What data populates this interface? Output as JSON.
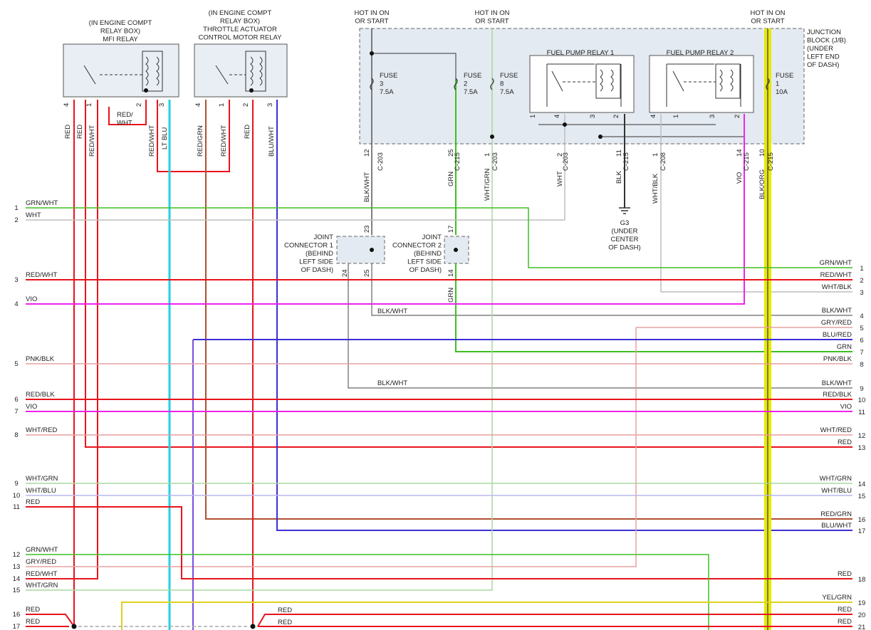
{
  "colors": {
    "RED": "#e8141c",
    "GRN": "#3fbf20",
    "WHT": "#bdbdbd",
    "VIO": "#ee22ee",
    "BLU": "#3b2fd6",
    "LTBLU": "#22d0e0",
    "YEL": "#e8e800",
    "PINK": "#e8a0a0",
    "GRAY": "#808080",
    "PALEGRN": "#a8d8a0",
    "PALEBLU": "#b8b8ee",
    "BROWN": "#b05030",
    "YELGRN": "#dcd21e"
  },
  "boxes": {
    "mfi_relay": "(IN ENGINE COMPT\nRELAY BOX)\nMFI RELAY",
    "throttle_relay": "(IN ENGINE COMPT\nRELAY BOX)\nTHROTTLE ACTUATOR\nCONTROL MOTOR RELAY",
    "junction_block": "JUNCTION\nBLOCK (J/B)\n(UNDER\nLEFT END\nOF DASH)",
    "fuel_pump_relay_1": "FUEL PUMP RELAY 1",
    "fuel_pump_relay_2": "FUEL PUMP RELAY 2",
    "joint_connector_1": "JOINT\nCONNECTOR 1\n(BEHIND\nLEFT SIDE\nOF DASH)",
    "joint_connector_2": "JOINT\nCONNECTOR 2\n(BEHIND\nLEFT SIDE\nOF DASH)",
    "ground": "G3\n(UNDER\nCENTER\nOF DASH)",
    "hot_1": "HOT IN ON\nOR START",
    "hot_2": "HOT IN ON\nOR START",
    "hot_3": "HOT IN ON\nOR START"
  },
  "fuses": [
    {
      "name": "FUSE",
      "num": "3",
      "amp": "7.5A"
    },
    {
      "name": "FUSE",
      "num": "2",
      "amp": "7.5A"
    },
    {
      "name": "FUSE",
      "num": "8",
      "amp": "7.5A"
    },
    {
      "name": "FUSE",
      "num": "1",
      "amp": "10A"
    }
  ],
  "relay_pins": {
    "mfi": [
      "4",
      "1",
      "2",
      "3"
    ],
    "throttle": [
      "4",
      "1",
      "2",
      "3"
    ],
    "fpr1": [
      "1",
      "4",
      "3",
      "2"
    ],
    "fpr2": [
      "4",
      "1",
      "3",
      "2"
    ]
  },
  "relay_wires": [
    "RED",
    "RED",
    "RED/WHT",
    "RED/WHT",
    "LT BLU",
    "RED/GRN",
    "RED/WHT",
    "RED",
    "BLU/WHT",
    "RED/\nWHT"
  ],
  "connectors": [
    {
      "pin": "12",
      "conn": "C-203"
    },
    {
      "pin": "25",
      "conn": "C-215"
    },
    {
      "pin": "1",
      "conn": "C-203"
    },
    {
      "pin": "2",
      "conn": "C-203"
    },
    {
      "pin": "11",
      "conn": "C-215"
    },
    {
      "pin": "1",
      "conn": "C-208"
    },
    {
      "pin": "14",
      "conn": "C-215"
    },
    {
      "pin": "10",
      "conn": "C-215"
    }
  ],
  "vertical_wires": [
    "BLK/WHT",
    "GRN",
    "WHT/GRN",
    "WHT",
    "BLK",
    "WHT/BLK",
    "VIO",
    "BLK/ORG",
    "GRN"
  ],
  "joint_pins": [
    "23",
    "24",
    "25",
    "17",
    "14"
  ],
  "mid_labels": [
    "BLK/WHT",
    "BLK/WHT"
  ],
  "left_rows": [
    {
      "num": "1",
      "label": "GRN/WHT"
    },
    {
      "num": "2",
      "label": "WHT"
    },
    {
      "num": "3",
      "label": "RED/WHT"
    },
    {
      "num": "4",
      "label": "VIO"
    },
    {
      "num": "5",
      "label": "PNK/BLK"
    },
    {
      "num": "6",
      "label": "RED/BLK"
    },
    {
      "num": "7",
      "label": "VIO"
    },
    {
      "num": "8",
      "label": "WHT/RED"
    },
    {
      "num": "9",
      "label": "WHT/GRN"
    },
    {
      "num": "10",
      "label": "WHT/BLU"
    },
    {
      "num": "11",
      "label": "RED"
    },
    {
      "num": "12",
      "label": "GRN/WHT"
    },
    {
      "num": "13",
      "label": "GRY/RED"
    },
    {
      "num": "14",
      "label": "RED/WHT"
    },
    {
      "num": "15",
      "label": "WHT/GRN"
    },
    {
      "num": "16",
      "label": "RED"
    },
    {
      "num": "17",
      "label": "RED"
    }
  ],
  "right_rows": [
    {
      "num": "1",
      "label": "GRN/WHT"
    },
    {
      "num": "2",
      "label": "RED/WHT"
    },
    {
      "num": "3",
      "label": "WHT/BLK"
    },
    {
      "num": "4",
      "label": "BLK/WHT"
    },
    {
      "num": "5",
      "label": "GRY/RED"
    },
    {
      "num": "6",
      "label": "BLU/RED"
    },
    {
      "num": "7",
      "label": "GRN"
    },
    {
      "num": "8",
      "label": "PNK/BLK"
    },
    {
      "num": "9",
      "label": "BLK/WHT"
    },
    {
      "num": "10",
      "label": "RED/BLK"
    },
    {
      "num": "11",
      "label": "VIO"
    },
    {
      "num": "12",
      "label": "WHT/RED"
    },
    {
      "num": "13",
      "label": "RED"
    },
    {
      "num": "14",
      "label": "WHT/GRN"
    },
    {
      "num": "15",
      "label": "WHT/BLU"
    },
    {
      "num": "16",
      "label": "RED/GRN"
    },
    {
      "num": "17",
      "label": "BLU/WHT"
    },
    {
      "num": "18",
      "label": "RED"
    },
    {
      "num": "19",
      "label": "YEL/GRN"
    },
    {
      "num": "20",
      "label": "RED"
    },
    {
      "num": "21",
      "label": "RED"
    }
  ],
  "bottom_labels": [
    "RED",
    "RED"
  ]
}
